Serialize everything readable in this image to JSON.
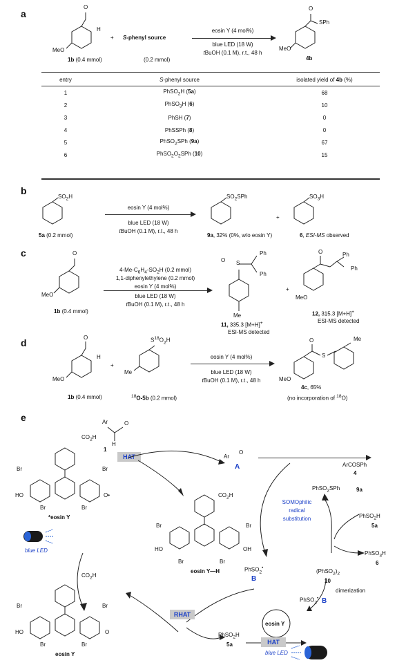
{
  "panels": {
    "a": "a",
    "b": "b",
    "c": "c",
    "d": "d",
    "e": "e"
  },
  "a": {
    "substrate_label": "1b (0.4 mmol)",
    "plus": "+",
    "reagent_label": "S-phenyl source",
    "reagent_amount": "(0.2 mmol)",
    "cond_top": "eosin Y (4 mol%)",
    "cond_mid": "blue LED (18 W)",
    "cond_bot": "tBuOH (0.1 M), r.t., 48 h",
    "product_label": "4b",
    "sub_H": "H",
    "sub_O": "O",
    "sub_MeO": "MeO",
    "prod_SPh": "SPh",
    "prod_O": "O",
    "prod_MeO": "MeO",
    "table_headers": [
      "entry",
      "S-phenyl source",
      "isolated yield of 4b (%)"
    ],
    "table_rows": [
      [
        "1",
        "PhSO2H (5a)",
        "68"
      ],
      [
        "2",
        "PhSO3H (6)",
        "10"
      ],
      [
        "3",
        "PhSH (7)",
        "0"
      ],
      [
        "4",
        "PhSSPh (8)",
        "0"
      ],
      [
        "5",
        "PhSO2SPh (9a)",
        "67"
      ],
      [
        "6",
        "PhSO2O2SPh (10)",
        "15"
      ]
    ]
  },
  "b": {
    "sm_group": "SO2H",
    "sm_label": "5a (0.2 mmol)",
    "cond_top": "eosin Y (4 mol%)",
    "cond_mid": "blue LED (18 W)",
    "cond_bot": "tBuOH (0.1 M), r.t., 48 h",
    "p1_group": "SO2SPh",
    "p1_label": "9a, 32% (0%, w/o eosin Y)",
    "plus": "+",
    "p2_group": "SO3H",
    "p2_label": "6, ESI-MS observed"
  },
  "c": {
    "sm_label": "1b (0.4 mmol)",
    "sm_MeO": "MeO",
    "sm_O": "O",
    "cond_1": "4-Me-C6H4-SO2H (0.2 mmol)",
    "cond_2": "1,1-diphenylethylene (0.2 mmol)",
    "cond_3": "eosin Y (4 mol%)",
    "cond_4": "blue LED (18 W)",
    "cond_5": "tBuOH (0.1 M), r.t., 48 h",
    "p1_label": "11, 335.3 [M+H]+",
    "p1_detect": "ESI-MS detected",
    "p1_Me": "Me",
    "p1_Ph1": "Ph",
    "p1_Ph2": "Ph",
    "p1_S": "S",
    "p1_O": "O",
    "plus": "+",
    "p2_label": "12, 315.3 [M+H]+",
    "p2_detect": "ESI-MS detected",
    "p2_Ph1": "Ph",
    "p2_Ph2": "Ph",
    "p2_O": "O",
    "p2_MeO": "MeO"
  },
  "d": {
    "sm_label": "1b (0.4 mmol)",
    "sm_MeO": "MeO",
    "sm_H": "H",
    "sm_O": "O",
    "plus": "+",
    "r_group": "S18O2H",
    "r_Me": "Me",
    "r_label": "18O-5b (0.2 mmol)",
    "cond_top": "eosin Y (4 mol%)",
    "cond_mid": "blue LED (18 W)",
    "cond_bot": "tBuOH (0.1 M), r.t., 48 h",
    "p_S": "S",
    "p_O": "O",
    "p_Me": "Me",
    "p_MeO": "MeO",
    "p_label": "4c, 65%",
    "p_note": "(no incorporation of 18O)"
  },
  "e": {
    "ald_Ar": "Ar",
    "ald_O": "O",
    "ald_H": "H",
    "ald_num": "1",
    "hat": "HAT",
    "acyl_Ar": "Ar",
    "acyl_O": "O",
    "acyl_A": "A",
    "product": "ArCOSPh",
    "product_num": "4",
    "pss": "PhSO2SPh",
    "pss_num": "9a",
    "somo1": "SOMOphilic",
    "somo2": "radical",
    "somo3": "substitution",
    "eyh_label": "eosin Y—H",
    "eyh_CO2H": "CO2H",
    "ey_star_label": "*eosin Y",
    "ey_star_CO2H": "CO2H",
    "ey_label": "eosin Y",
    "ey_CO2H": "CO2H",
    "blue_led": "blue LED",
    "rhat": "RHAT",
    "phso2_B": "PhSO2",
    "B": "B",
    "phso2h": "PhSO2H",
    "phso2h_num": "5a",
    "cycle_center": "eosin Y",
    "hat2": "HAT",
    "blue_led2": "blue LED",
    "phso2_B2": "PhSO2",
    "B2": "B",
    "dimer": "(PhSO2)2",
    "dimer_num": "10",
    "dimerization": "dimerization",
    "sulfinic": "PhSO2H",
    "sulfinic_num": "5a",
    "sulfonic": "PhSO3H",
    "sulfonic_num": "6",
    "Br": "Br",
    "HO": "HO",
    "O": "O"
  }
}
